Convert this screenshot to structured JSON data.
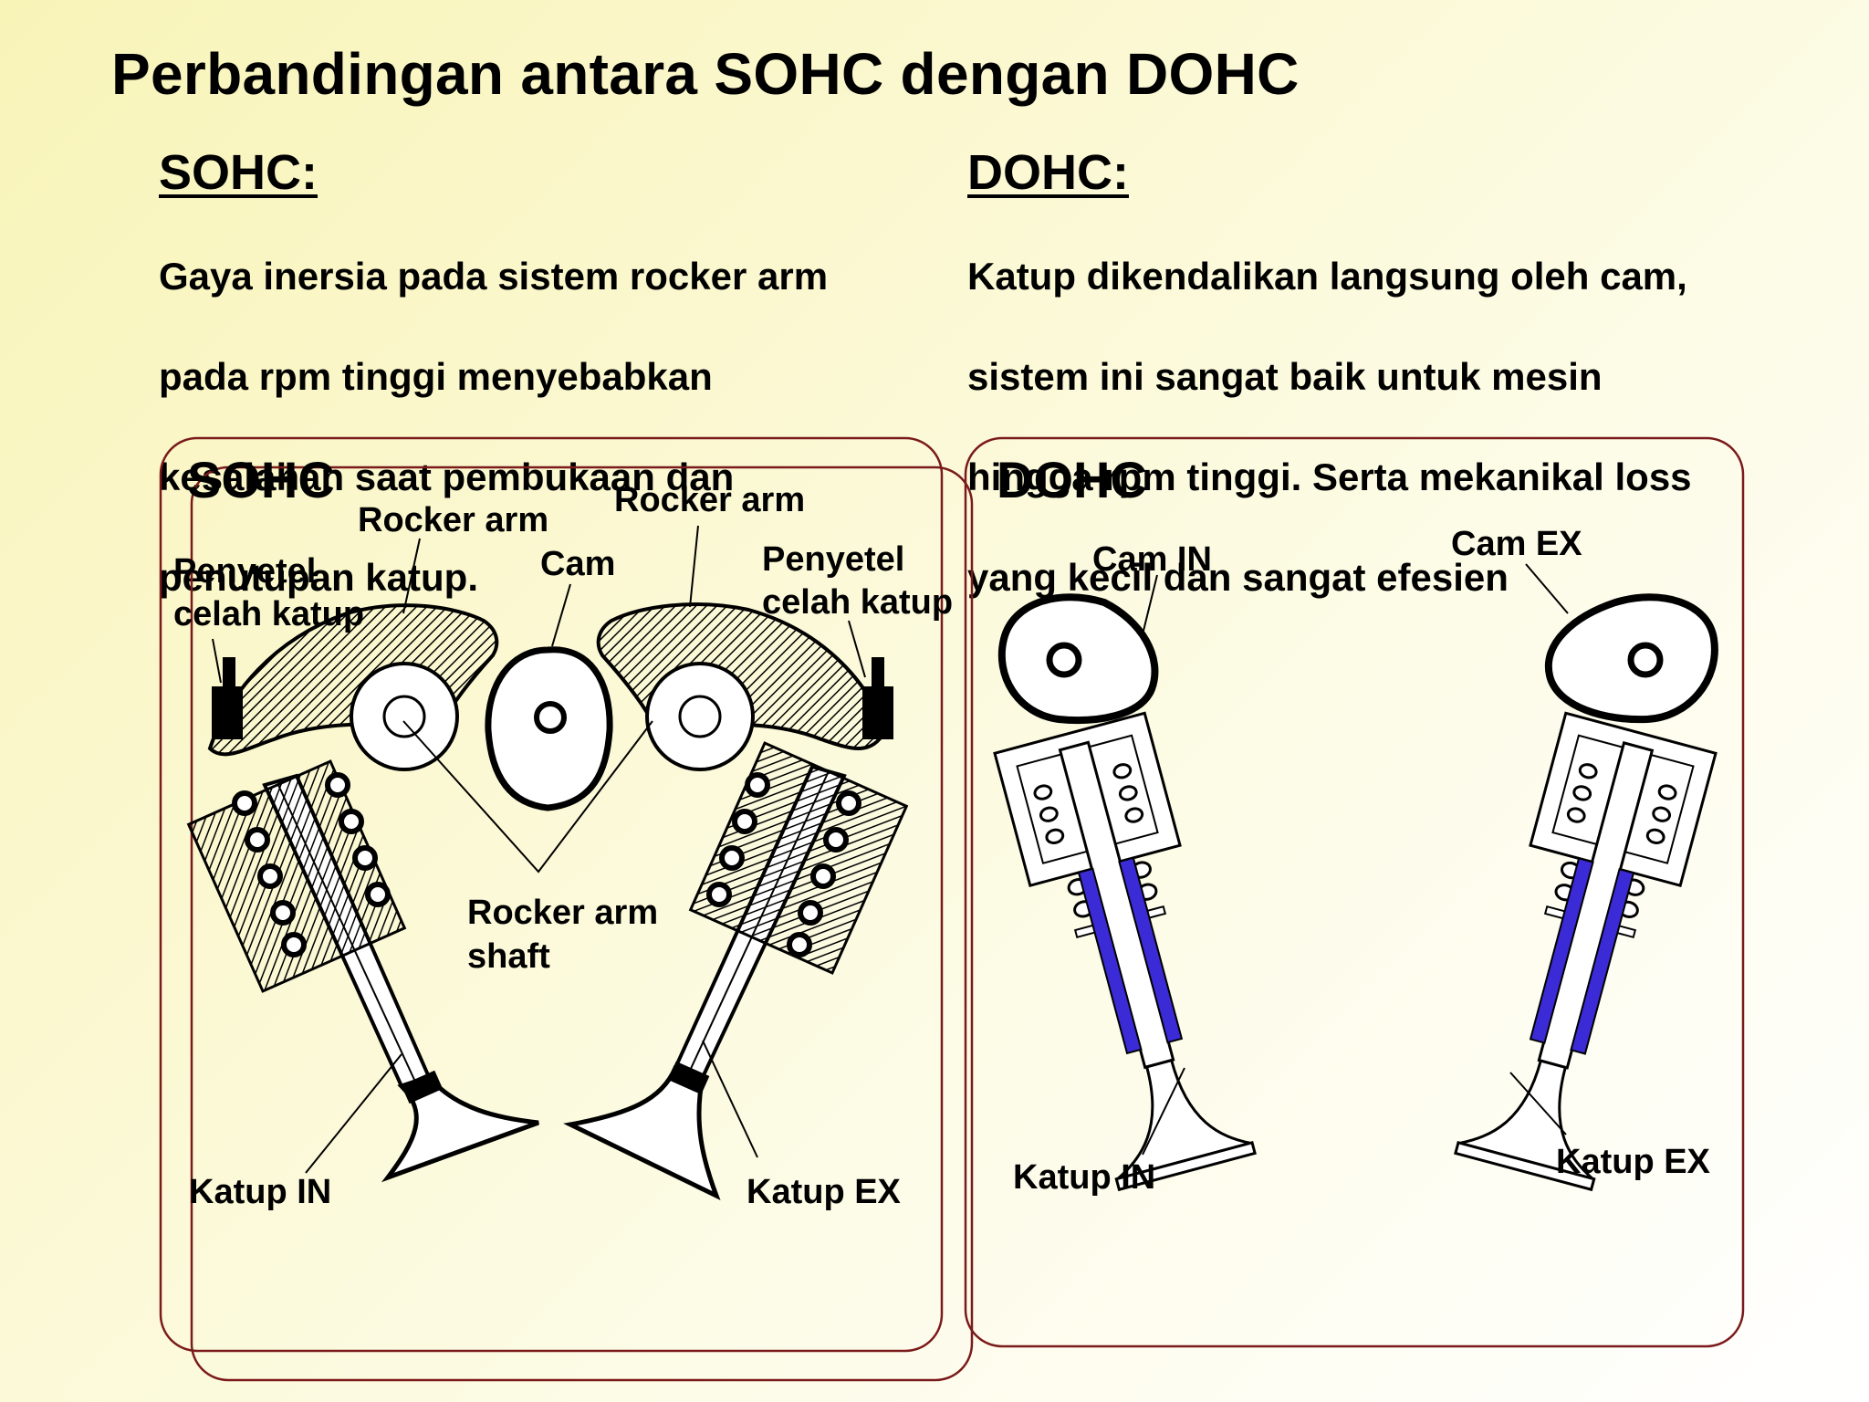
{
  "title": "Perbandingan antara SOHC dengan DOHC",
  "sohc": {
    "heading": "SOHC:",
    "lines": [
      "Gaya inersia pada sistem rocker arm",
      "pada rpm tinggi menyebabkan",
      "kesalahan saat pembukaan dan",
      "penutupan katup."
    ]
  },
  "dohc": {
    "heading": "DOHC:",
    "lines": [
      "Katup dikendalikan langsung oleh cam,",
      "sistem ini sangat baik untuk mesin",
      "hingga rpm tinggi. Serta mekanikal loss",
      "yang kecil dan sangat efesien"
    ]
  },
  "sohc_diagram": {
    "title": "SOHC",
    "labels": {
      "rocker_arm_left": "Rocker arm",
      "rocker_arm_right": "Rocker arm",
      "cam": "Cam",
      "adjuster_left_1": "Penyetel",
      "adjuster_left_2": "celah katup",
      "adjuster_right_1": "Penyetel",
      "adjuster_right_2": "celah katup",
      "shaft_1": "Rocker arm",
      "shaft_2": "shaft",
      "valve_in": "Katup IN",
      "valve_ex": "Katup EX"
    }
  },
  "dohc_diagram": {
    "title": "DOHC",
    "labels": {
      "cam_in": "Cam IN",
      "cam_ex": "Cam EX",
      "valve_in": "Katup IN",
      "valve_ex": "Katup EX"
    }
  },
  "colors": {
    "frame": "#7a1a1a",
    "valve_guide": "#3b2bd6",
    "background": "#f8f4b8"
  }
}
